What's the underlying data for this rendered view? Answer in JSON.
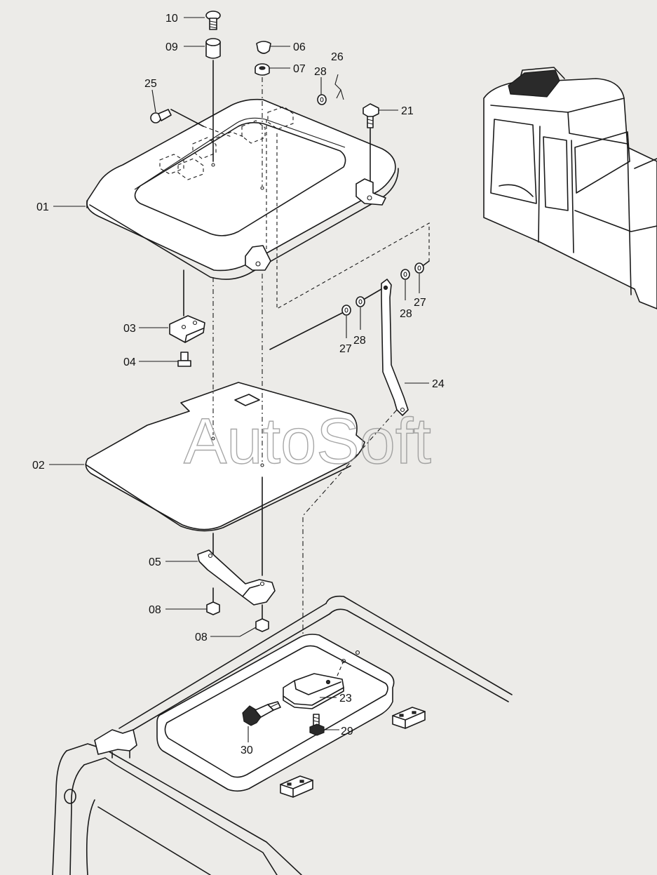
{
  "watermark": "AutoSoft",
  "callouts": {
    "c01": "01",
    "c02": "02",
    "c03": "03",
    "c04": "04",
    "c05": "05",
    "c06": "06",
    "c07": "07",
    "c08a": "08",
    "c08b": "08",
    "c09": "09",
    "c10": "10",
    "c21": "21",
    "c23": "23",
    "c24": "24",
    "c25": "25",
    "c26": "26",
    "c27a": "27",
    "c27b": "27",
    "c28a": "28",
    "c28b": "28",
    "c28c": "28",
    "c29": "29",
    "c30": "30"
  }
}
